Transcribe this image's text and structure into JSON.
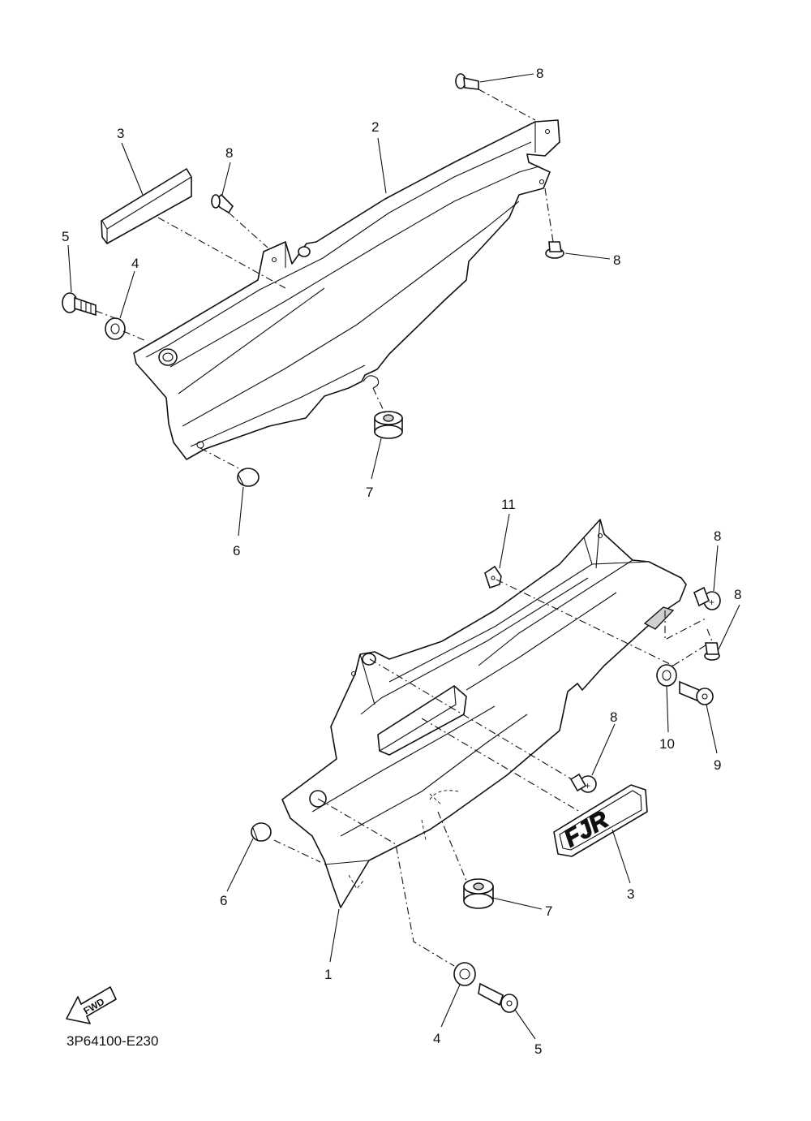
{
  "diagram_code": "3P64100-E230",
  "fwd_label": "FWD",
  "emblem_text": "FJR",
  "callouts": [
    {
      "id": "c-upper-8a",
      "label": "8"
    },
    {
      "id": "c-upper-2",
      "label": "2"
    },
    {
      "id": "c-upper-3",
      "label": "3"
    },
    {
      "id": "c-upper-8b",
      "label": "8"
    },
    {
      "id": "c-upper-8c",
      "label": "8"
    },
    {
      "id": "c-upper-5",
      "label": "5"
    },
    {
      "id": "c-upper-4",
      "label": "4"
    },
    {
      "id": "c-upper-7",
      "label": "7"
    },
    {
      "id": "c-upper-6",
      "label": "6"
    },
    {
      "id": "c-lower-11",
      "label": "11"
    },
    {
      "id": "c-lower-8a",
      "label": "8"
    },
    {
      "id": "c-lower-8b",
      "label": "8"
    },
    {
      "id": "c-lower-10",
      "label": "10"
    },
    {
      "id": "c-lower-9",
      "label": "9"
    },
    {
      "id": "c-lower-8c",
      "label": "8"
    },
    {
      "id": "c-lower-3",
      "label": "3"
    },
    {
      "id": "c-lower-6",
      "label": "6"
    },
    {
      "id": "c-lower-7",
      "label": "7"
    },
    {
      "id": "c-lower-1",
      "label": "1"
    },
    {
      "id": "c-lower-4",
      "label": "4"
    },
    {
      "id": "c-lower-5",
      "label": "5"
    }
  ]
}
